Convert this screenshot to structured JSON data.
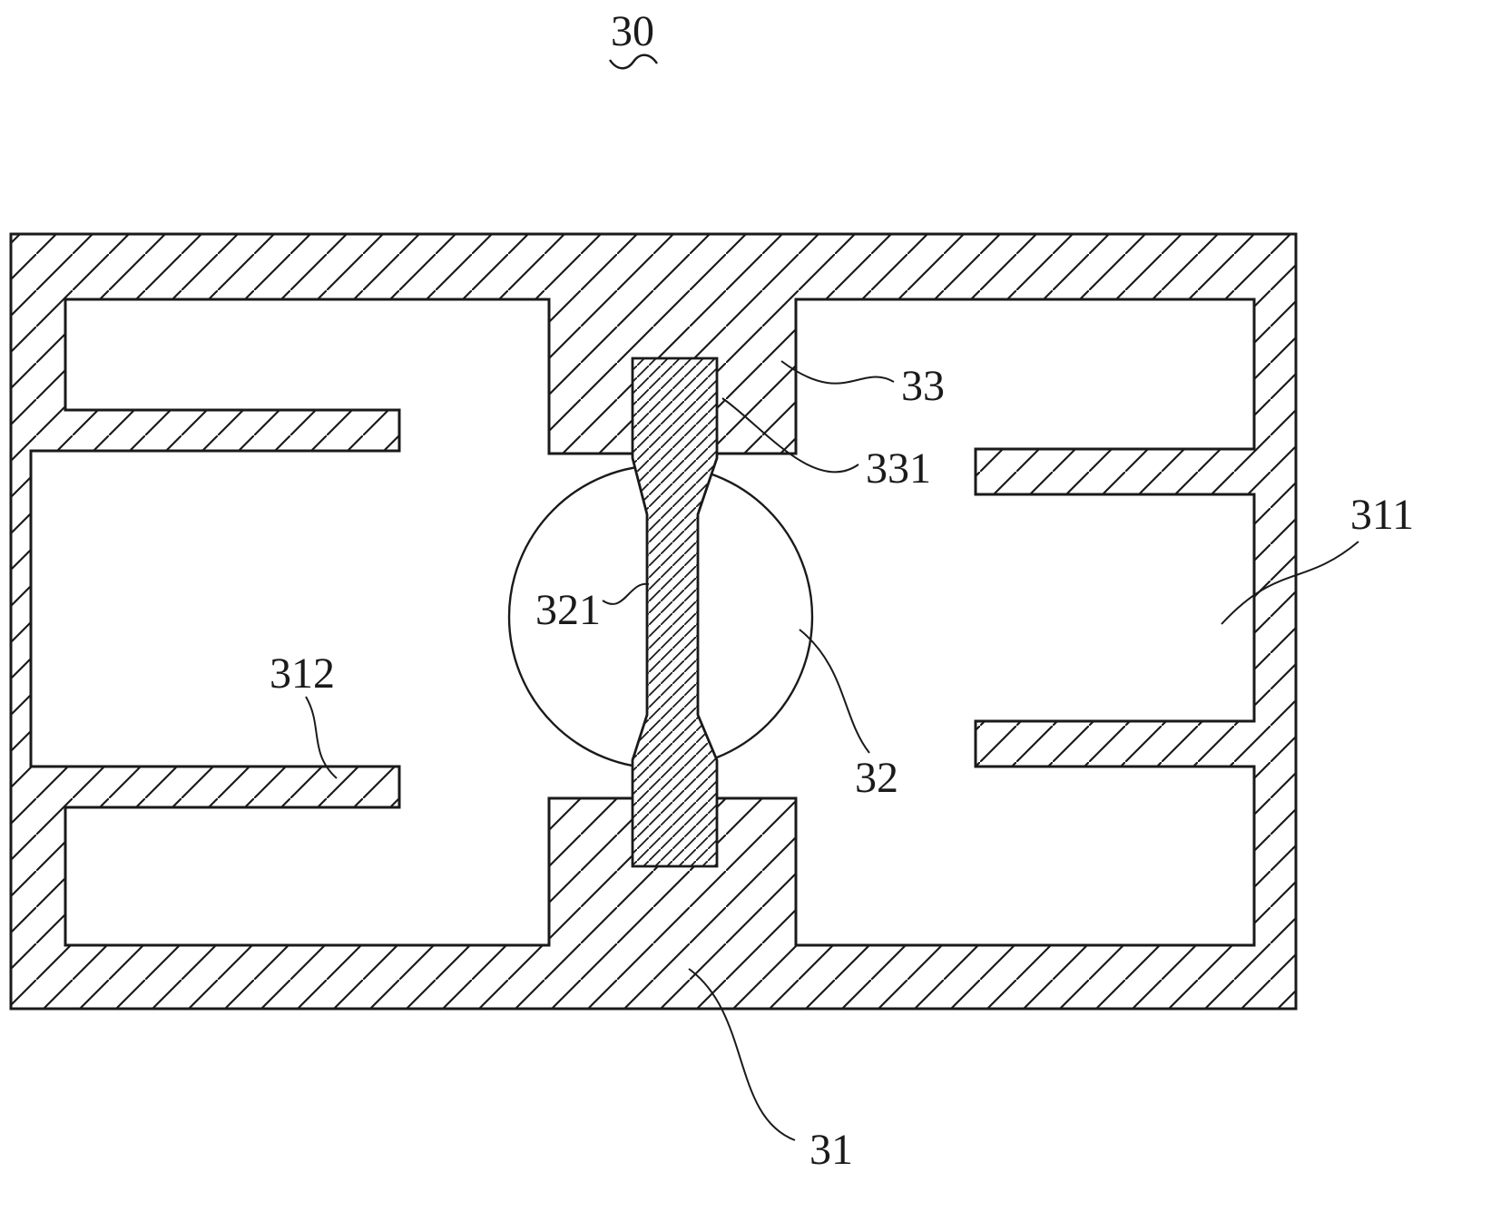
{
  "diagram": {
    "type": "patent-cross-section-figure",
    "figure_label": "30",
    "part_labels": {
      "assembly": "30",
      "housing": "31",
      "right_slot": "311",
      "left_slot": "312",
      "ball": "32",
      "shaft": "321",
      "support_block": "33",
      "recess_interface": "331"
    },
    "colors": {
      "line": "#1a1a1a",
      "background": "#ffffff"
    }
  }
}
